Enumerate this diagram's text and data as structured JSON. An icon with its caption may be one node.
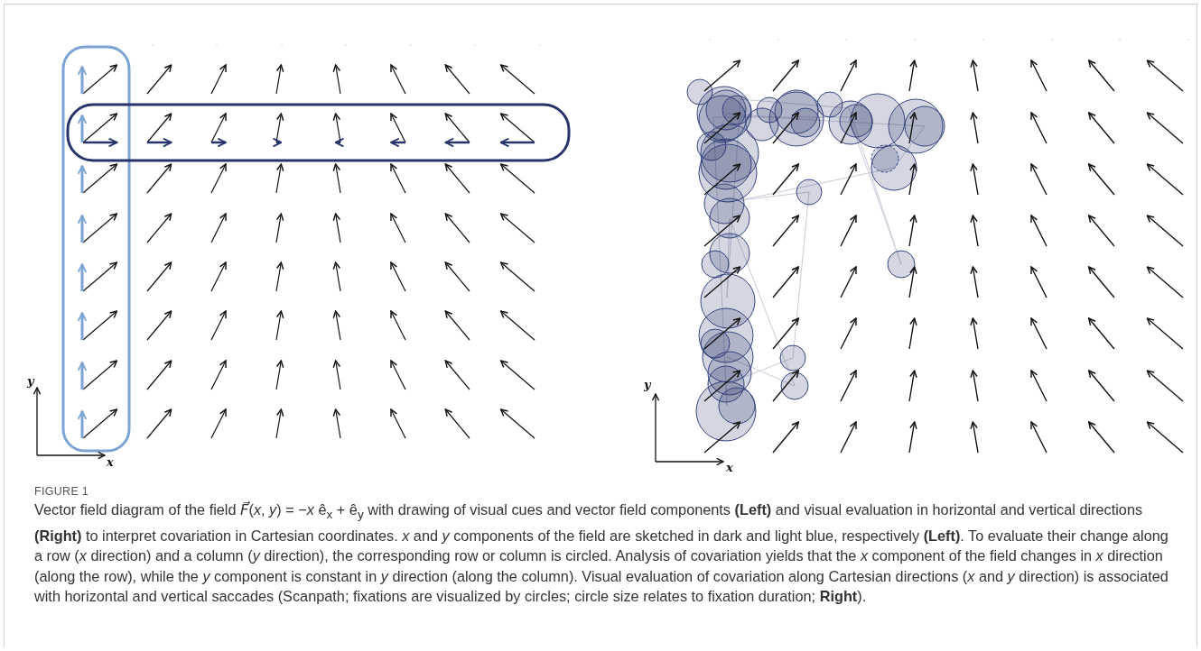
{
  "diagram": {
    "title": "FIGURE 1",
    "caption": "Vector field diagram of the field *F⃗*(*x*, *y*) = −*x* ê$_{x}$ + ê$_{y}$ with drawing of visual cues and vector field components **(Left)** and visual evaluation in horizontal and vertical directions **(Right)** to interpret covariation in Cartesian coordinates. *x* and *y* components of the field are sketched in dark and light blue, respectively **(Left)**. To evaluate their change along a row (*x* direction) and a column (*y* direction), the corresponding row or column is circled. Analysis of covariation yields that the *x* component of the field changes in *x* direction (along the row), while the *y* component is constant in *y* direction (along the column). Visual evaluation of covariation along Cartesian directions (*x* and *y* direction) is associated with horizontal and vertical saccades (Scanpath; fixations are visualized by circles; circle size relates to fixation duration; **Right**).",
    "labels": [
      "y",
      "x",
      "y",
      "x"
    ]
  }
}
